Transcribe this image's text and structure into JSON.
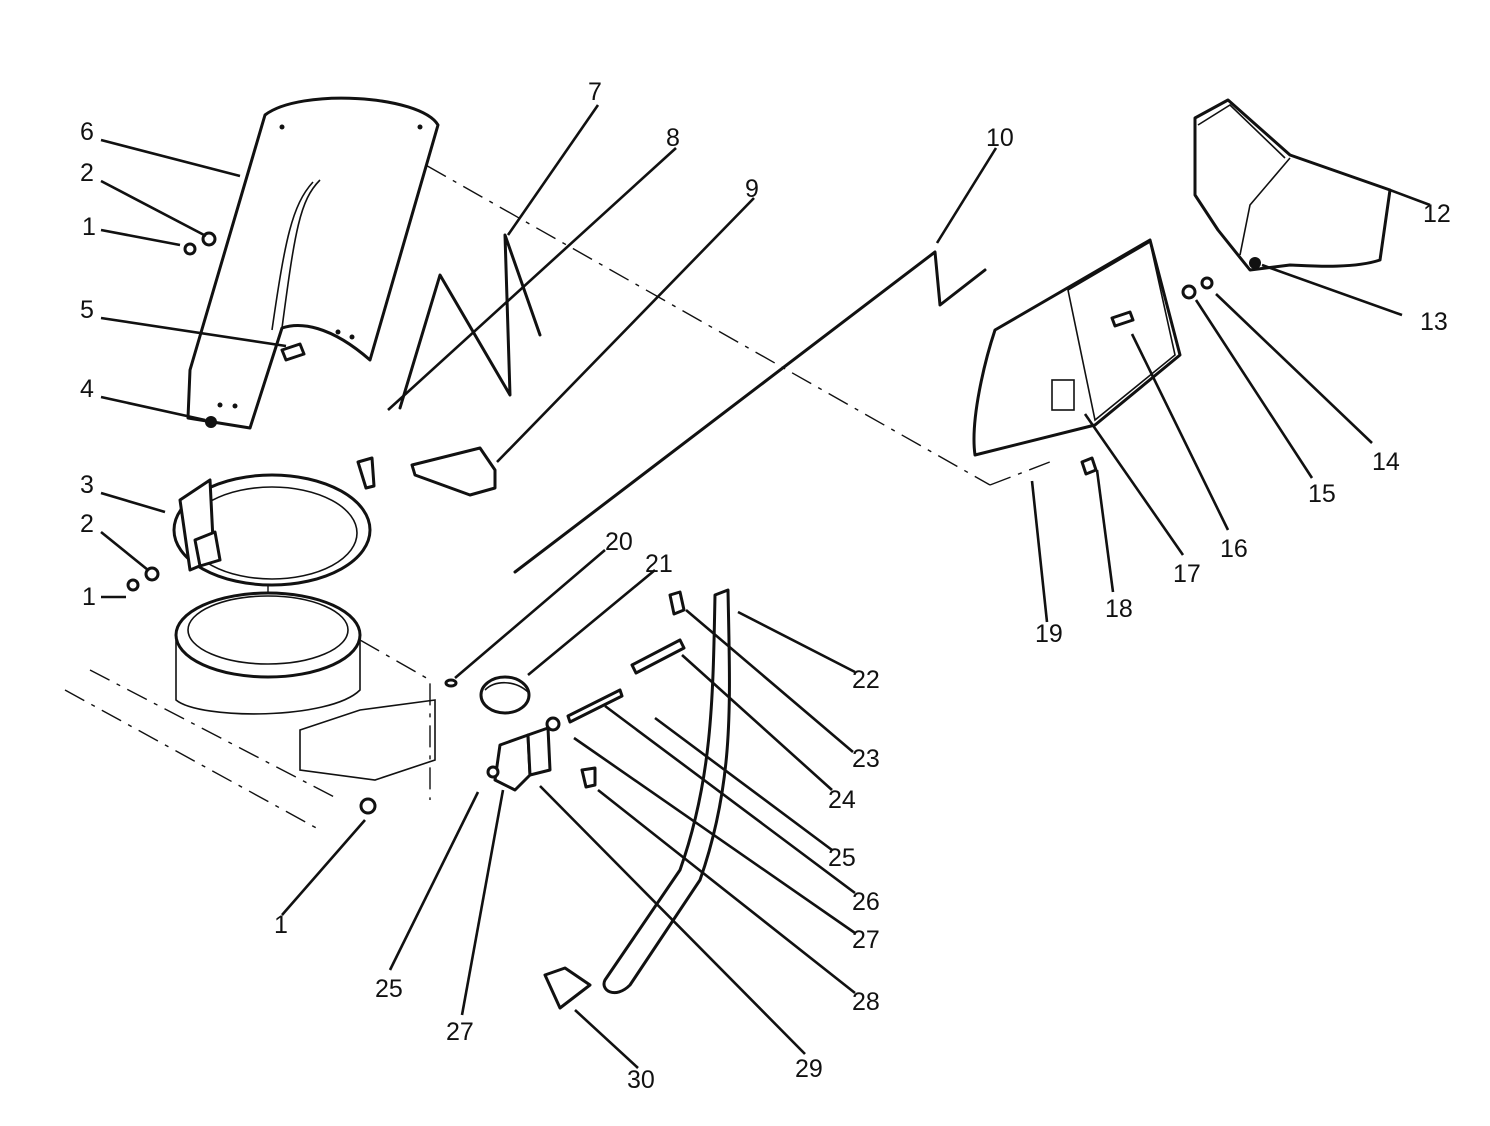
{
  "labels": {
    "l1a": "1",
    "l1b": "1",
    "l1c": "1",
    "l2a": "2",
    "l2b": "2",
    "l3": "3",
    "l4": "4",
    "l5": "5",
    "l6": "6",
    "l7": "7",
    "l8": "8",
    "l9": "9",
    "l10": "10",
    "l12": "12",
    "l13": "13",
    "l14": "14",
    "l15": "15",
    "l16": "16",
    "l17": "17",
    "l18": "18",
    "l19": "19",
    "l20": "20",
    "l21": "21",
    "l22": "22",
    "l23": "23",
    "l24": "24",
    "l25a": "25",
    "l25b": "25",
    "l26": "26",
    "l27a": "27",
    "l27b": "27",
    "l28": "28",
    "l29": "29",
    "l30": "30"
  }
}
